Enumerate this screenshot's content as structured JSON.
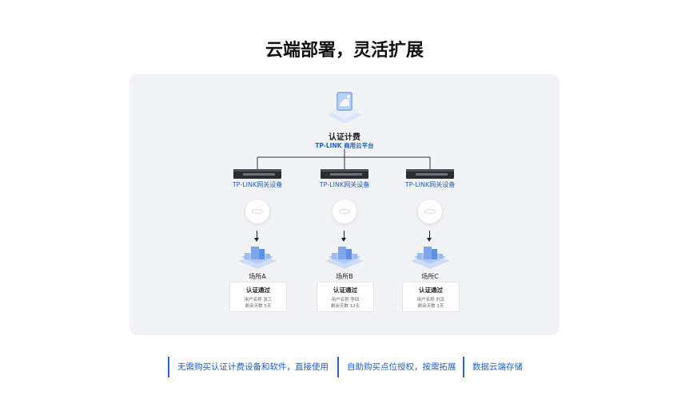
{
  "title": "云端部署，灵活扩展",
  "cloud": {
    "icon": "cloud-platform-icon",
    "title": "认证计费",
    "subtitle": "TP-LINK 商用云平台"
  },
  "branches": [
    {
      "gateway_label": "TP-LINK网关设备",
      "site_label": "场所A",
      "card": {
        "title": "认证通过",
        "line1": "用户名称 张三",
        "line2": "剩余天数 5天"
      }
    },
    {
      "gateway_label": "TP-LINK网关设备",
      "site_label": "场所B",
      "card": {
        "title": "认证通过",
        "line1": "用户名称 李四",
        "line2": "剩余天数 12天"
      }
    },
    {
      "gateway_label": "TP-LINK网关设备",
      "site_label": "场所C",
      "card": {
        "title": "认证通过",
        "line1": "用户名称 刘五",
        "line2": "剩余天数 1天"
      }
    }
  ],
  "features": [
    "无需购买认证计费设备和软件，直接使用",
    "自助购买点位授权，按需拓展",
    "数据云端存储"
  ],
  "colors": {
    "accent": "#1f5fbf",
    "panel_bg": "#f2f3f6",
    "feature_bar": "#2a62d8"
  }
}
